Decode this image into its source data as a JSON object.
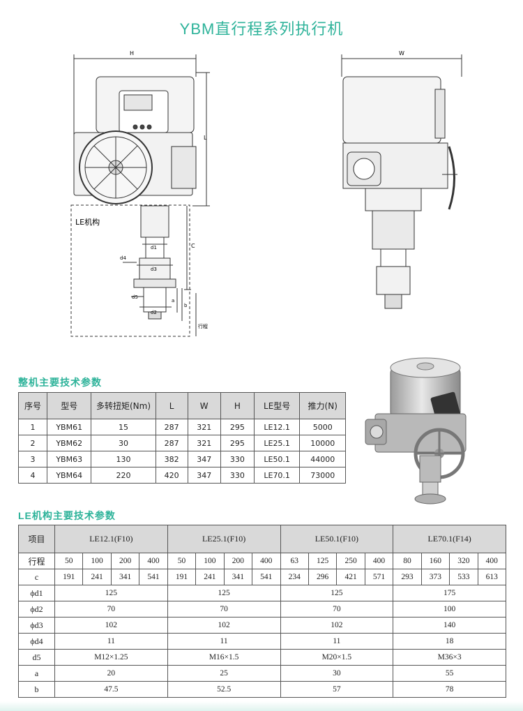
{
  "title": "YBM直行程系列执行机",
  "drawing_labels": {
    "h": "H",
    "w": "W",
    "l": "L",
    "c": "C",
    "le": "LE机构",
    "d1": "d1",
    "d2": "d2",
    "d3": "d3",
    "d4": "d4",
    "d5": "d5",
    "a": "a",
    "b": "b",
    "stroke": "行程"
  },
  "section1_title": "整机主要技术参数",
  "table1": {
    "headers": [
      "序号",
      "型号",
      "多转扭矩(Nm)",
      "L",
      "W",
      "H",
      "LE型号",
      "推力(N)"
    ],
    "rows": [
      [
        "1",
        "YBM61",
        "15",
        "287",
        "321",
        "295",
        "LE12.1",
        "5000"
      ],
      [
        "2",
        "YBM62",
        "30",
        "287",
        "321",
        "295",
        "LE25.1",
        "10000"
      ],
      [
        "3",
        "YBM63",
        "130",
        "382",
        "347",
        "330",
        "LE50.1",
        "44000"
      ],
      [
        "4",
        "YBM64",
        "220",
        "420",
        "347",
        "330",
        "LE70.1",
        "73000"
      ]
    ]
  },
  "section2_title": "LE机构主要技术参数",
  "table2": {
    "item_label": "项目",
    "groups": [
      "LE12.1(F10)",
      "LE25.1(F10)",
      "LE50.1(F10)",
      "LE70.1(F14)"
    ],
    "stroke_label": "行程",
    "stroke": [
      [
        "50",
        "100",
        "200",
        "400"
      ],
      [
        "50",
        "100",
        "200",
        "400"
      ],
      [
        "63",
        "125",
        "250",
        "400"
      ],
      [
        "80",
        "160",
        "320",
        "400"
      ]
    ],
    "c_label": "c",
    "c": [
      [
        "191",
        "241",
        "341",
        "541"
      ],
      [
        "191",
        "241",
        "341",
        "541"
      ],
      [
        "234",
        "296",
        "421",
        "571"
      ],
      [
        "293",
        "373",
        "533",
        "613"
      ]
    ],
    "rows": [
      {
        "label": "ϕd1",
        "values": [
          "125",
          "125",
          "125",
          "175"
        ]
      },
      {
        "label": "ϕd2",
        "values": [
          "70",
          "70",
          "70",
          "100"
        ]
      },
      {
        "label": "ϕd3",
        "values": [
          "102",
          "102",
          "102",
          "140"
        ]
      },
      {
        "label": "ϕd4",
        "values": [
          "11",
          "11",
          "11",
          "18"
        ]
      },
      {
        "label": "d5",
        "values": [
          "M12×1.25",
          "M16×1.5",
          "M20×1.5",
          "M36×3"
        ]
      },
      {
        "label": "a",
        "values": [
          "20",
          "25",
          "30",
          "55"
        ]
      },
      {
        "label": "b",
        "values": [
          "47.5",
          "52.5",
          "57",
          "78"
        ]
      }
    ]
  }
}
